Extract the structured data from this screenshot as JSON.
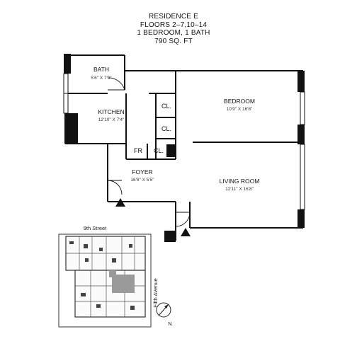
{
  "header": {
    "residence": "RESIDENCE E",
    "floors": "FLOORS 2–7,10–14",
    "layout": "1 BEDROOM, 1 BATH",
    "area": "790 SQ. FT"
  },
  "rooms": {
    "bath": {
      "name": "BATH",
      "dims": "5'6\" X 7'9\""
    },
    "kitchen": {
      "name": "KITCHEN",
      "dims": "12'10\" X 7'4\""
    },
    "bedroom": {
      "name": "BEDROOM",
      "dims": "10'9\" X 16'8\""
    },
    "foyer": {
      "name": "FOYER",
      "dims": "16'6\" X 5'5\""
    },
    "living": {
      "name": "LIVING ROOM",
      "dims": "12'11\" X 16'8\""
    }
  },
  "closets": {
    "cl": "CL.",
    "fr": "FR"
  },
  "key_plan": {
    "street": "9th Street",
    "avenue": "Fifth Avenue",
    "north": "N"
  },
  "colors": {
    "wall": "#111111",
    "highlight": "#9a9a9a"
  }
}
